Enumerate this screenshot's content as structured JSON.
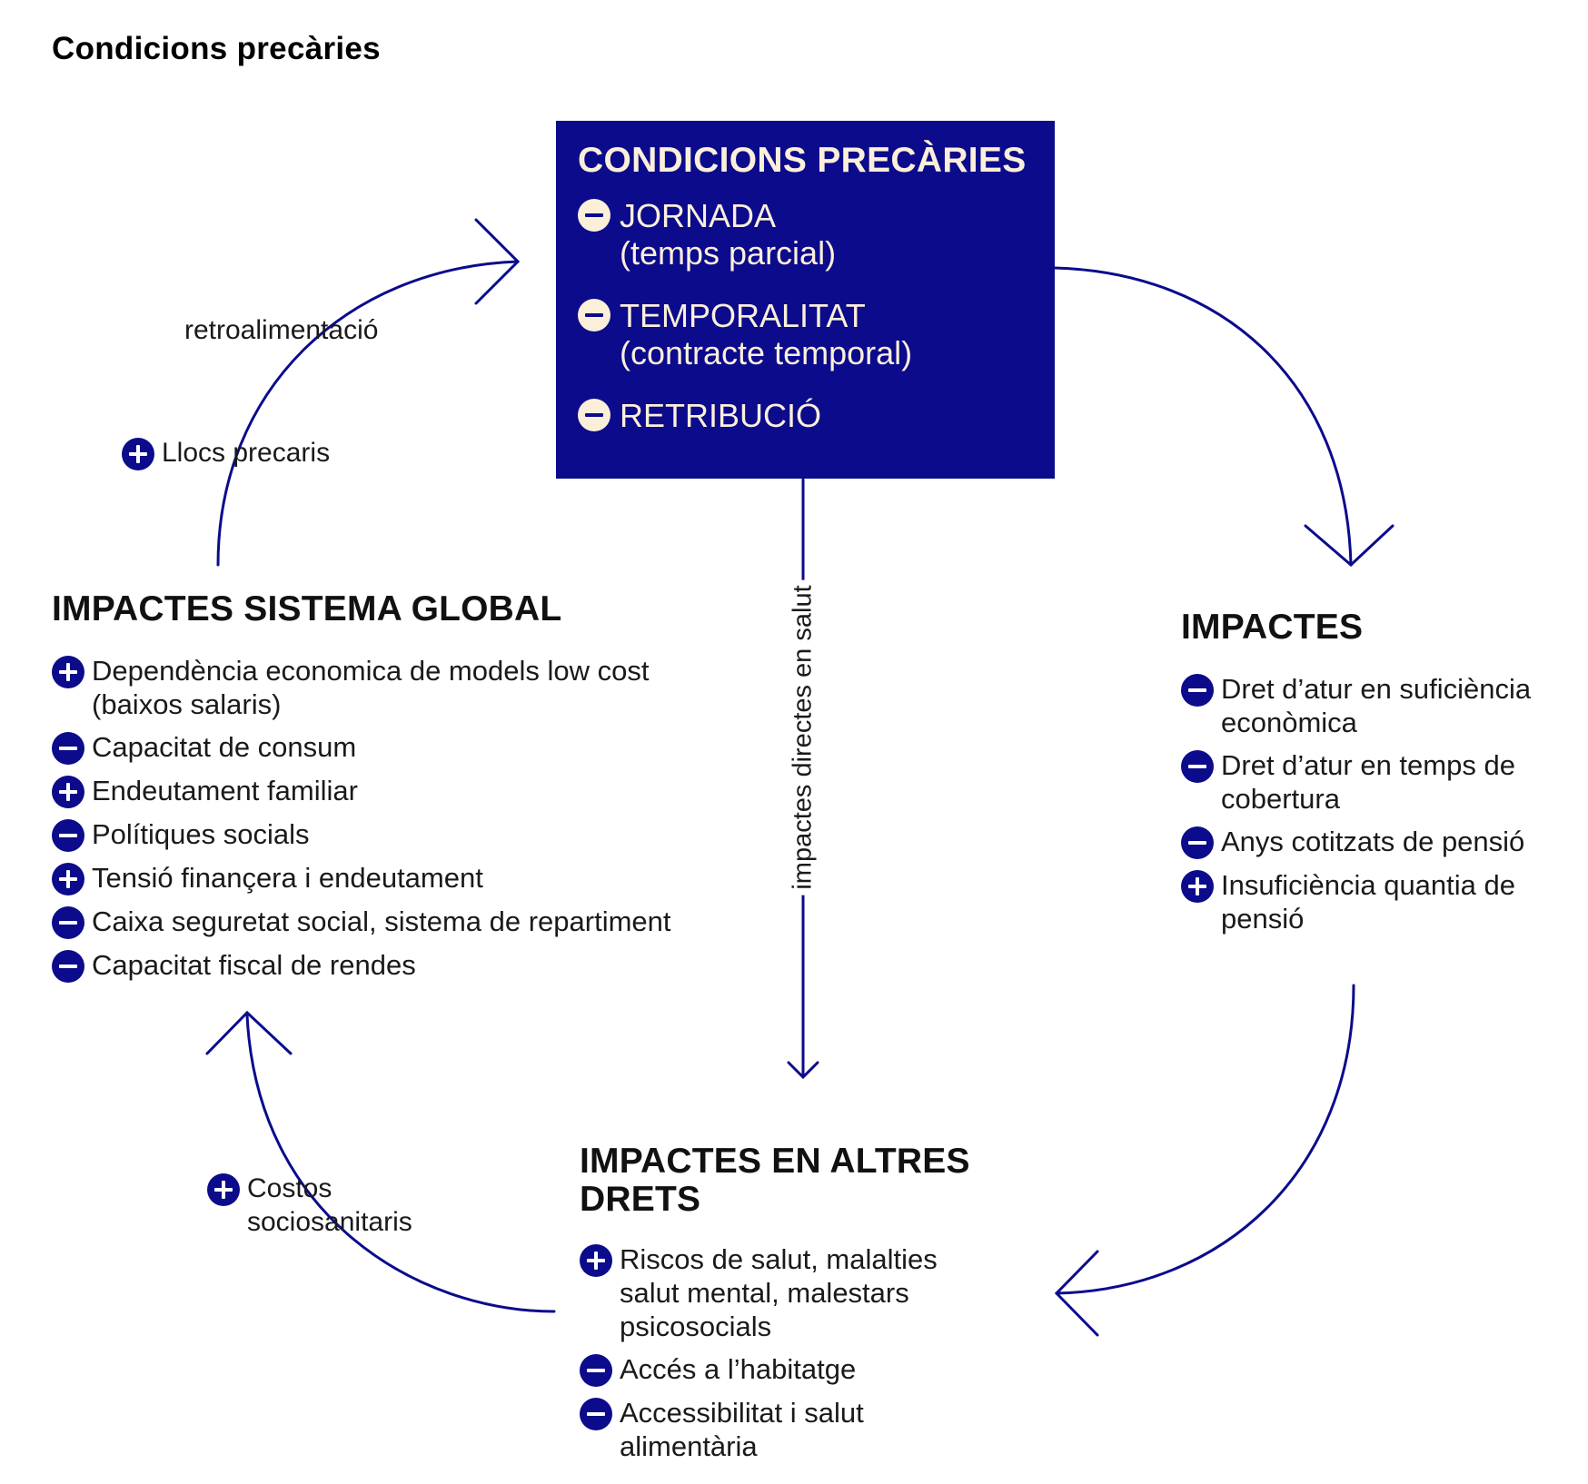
{
  "page_title": "Condicions precàries",
  "colors": {
    "navy": "#0b0b8c",
    "cream": "#fcefd9",
    "text": "#111111"
  },
  "center_box": {
    "title": "CONDICIONS PRECÀRIES",
    "items": [
      {
        "sign": "minus",
        "label": "JORNADA",
        "sub": "(temps parcial)"
      },
      {
        "sign": "minus",
        "label": "TEMPORALITAT",
        "sub": "(contracte temporal)"
      },
      {
        "sign": "minus",
        "label": "RETRIBUCIÓ",
        "sub": ""
      }
    ]
  },
  "impactes": {
    "title": "IMPACTES",
    "items": [
      {
        "sign": "minus",
        "text": "Dret d’atur en suficiència econòmica"
      },
      {
        "sign": "minus",
        "text": "Dret d’atur en temps de cobertura"
      },
      {
        "sign": "minus",
        "text": "Anys cotitzats de pensió"
      },
      {
        "sign": "plus",
        "text": "Insuficiència quantia de pensió"
      }
    ]
  },
  "impactes_altres_drets": {
    "title": "IMPACTES EN ALTRES DRETS",
    "items": [
      {
        "sign": "plus",
        "text": "Riscos de salut, malalties salut mental, malestars psicosocials"
      },
      {
        "sign": "minus",
        "text": "Accés a l’habitatge"
      },
      {
        "sign": "minus",
        "text": "Accessibilitat i salut alimentària"
      }
    ]
  },
  "impactes_sistema_global": {
    "title": "IMPACTES SISTEMA GLOBAL",
    "items": [
      {
        "sign": "plus",
        "text": "Dependència economica de models low cost (baixos salaris)"
      },
      {
        "sign": "minus",
        "text": "Capacitat de consum"
      },
      {
        "sign": "plus",
        "text": "Endeutament familiar"
      },
      {
        "sign": "minus",
        "text": "Polítiques socials"
      },
      {
        "sign": "plus",
        "text": "Tensió finançera i endeutament"
      },
      {
        "sign": "minus",
        "text": "Caixa seguretat social, sistema de repartiment"
      },
      {
        "sign": "minus",
        "text": "Capacitat fiscal de rendes"
      }
    ]
  },
  "arrow_labels": {
    "retroalimentacio": "retroalimentació",
    "llocs_precaris": {
      "sign": "plus",
      "text": "Llocs precaris"
    },
    "costos": {
      "sign": "plus",
      "text": "Costos sociosanitaris"
    },
    "impactes_directes": "impactes directes en salut"
  }
}
